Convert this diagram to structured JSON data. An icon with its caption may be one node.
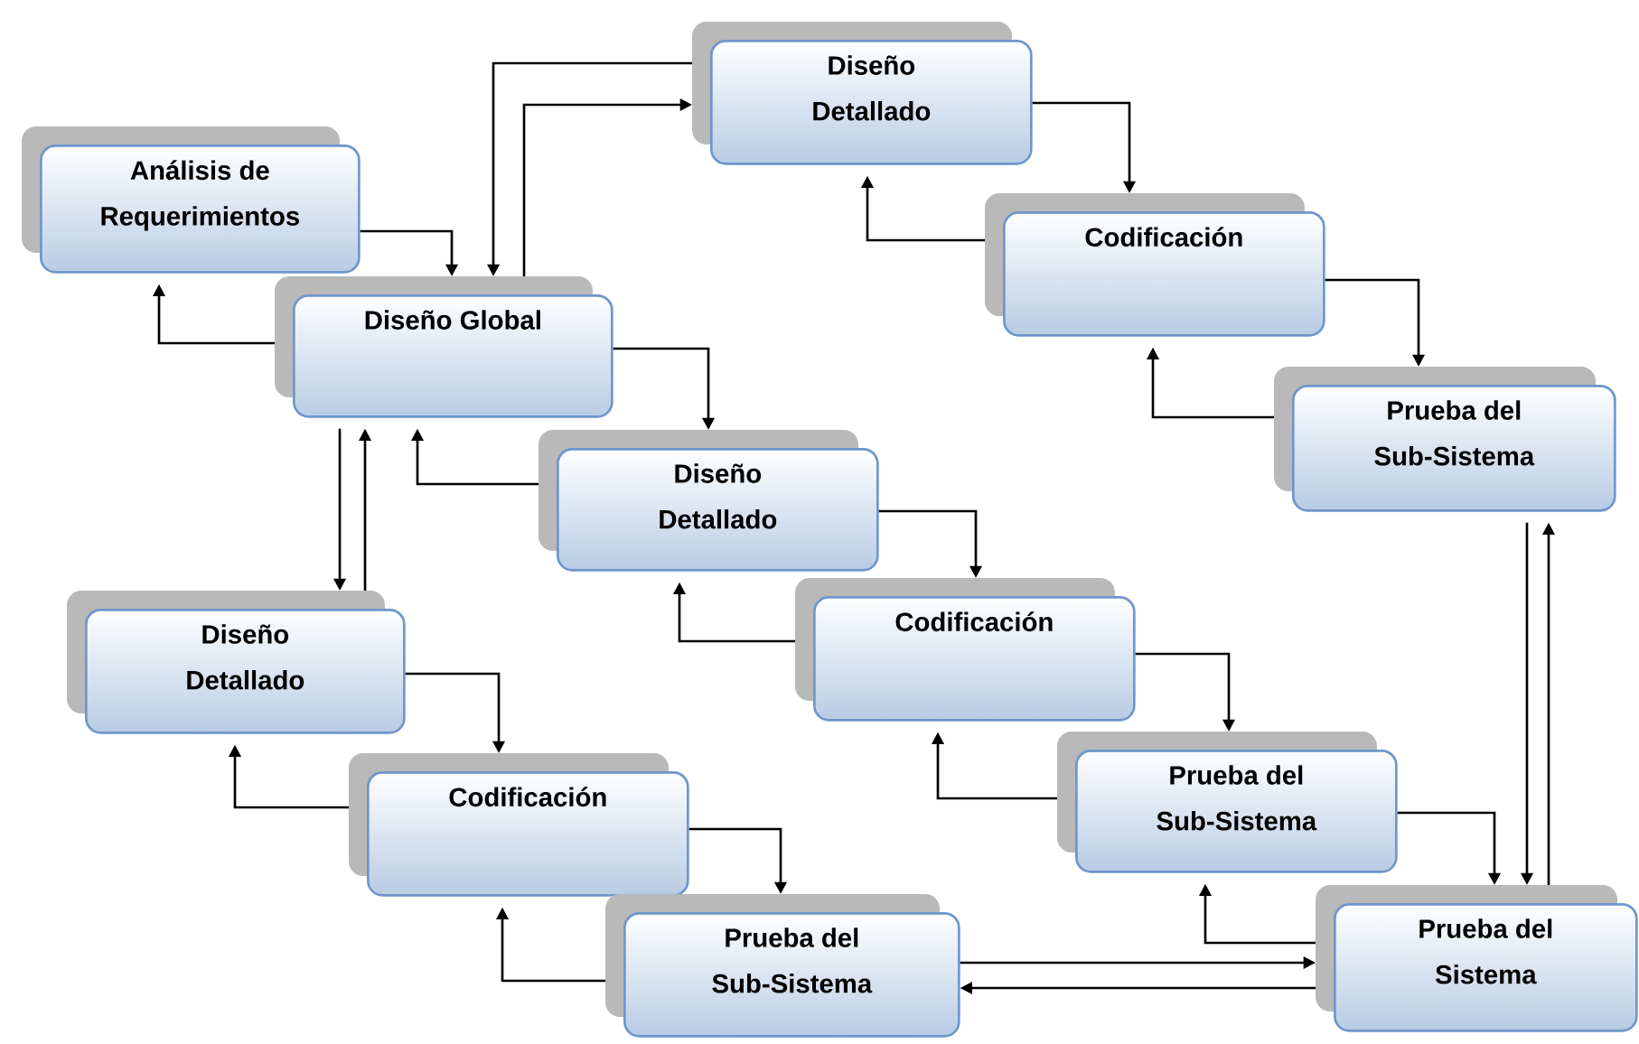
{
  "diagram": {
    "nodes": [
      {
        "text": [
          "Análisis de Requerimientos"
        ]
      },
      {
        "text": [
          "Diseño Global"
        ]
      },
      {
        "text": [
          "Diseño Detallado"
        ]
      },
      {
        "text": [
          "Codificación"
        ]
      },
      {
        "text": [
          "Prueba del Sub-Sistema"
        ]
      },
      {
        "text": [
          "Diseño Detallado"
        ]
      },
      {
        "text": [
          "Codificación"
        ]
      },
      {
        "text": [
          "Prueba del Sub-Sistema"
        ]
      },
      {
        "text": [
          "Diseño Detallado"
        ]
      },
      {
        "text": [
          "Codificación"
        ]
      },
      {
        "text": [
          "Prueba del Sub-Sistema"
        ]
      },
      {
        "text": [
          "Prueba del Sistema"
        ]
      }
    ],
    "edges": [
      {
        "from": 0,
        "to": 1,
        "arrow": "to"
      },
      {
        "from": 1,
        "to": 0,
        "arrow": "to"
      },
      {
        "from": 2,
        "to": 1,
        "arrow": "to"
      },
      {
        "from": 1,
        "to": 2,
        "arrow": "to"
      },
      {
        "from": 2,
        "to": 3,
        "arrow": "to"
      },
      {
        "from": 3,
        "to": 2,
        "arrow": "to"
      },
      {
        "from": 3,
        "to": 4,
        "arrow": "to"
      },
      {
        "from": 4,
        "to": 3,
        "arrow": "to"
      },
      {
        "from": 1,
        "to": 5,
        "arrow": "to"
      },
      {
        "from": 5,
        "to": 1,
        "arrow": "to"
      },
      {
        "from": 5,
        "to": 6,
        "arrow": "to"
      },
      {
        "from": 6,
        "to": 5,
        "arrow": "to"
      },
      {
        "from": 6,
        "to": 7,
        "arrow": "to"
      },
      {
        "from": 7,
        "to": 6,
        "arrow": "to"
      },
      {
        "from": 7,
        "to": 11,
        "arrow": "to"
      },
      {
        "from": 11,
        "to": 7,
        "arrow": "to"
      },
      {
        "from": 4,
        "to": 11,
        "arrow": "to"
      },
      {
        "from": 11,
        "to": 4,
        "arrow": "to"
      },
      {
        "from": 1,
        "to": 8,
        "arrow": "to"
      },
      {
        "from": 8,
        "to": 1,
        "arrow": "to"
      },
      {
        "from": 8,
        "to": 9,
        "arrow": "to"
      },
      {
        "from": 9,
        "to": 8,
        "arrow": "to"
      },
      {
        "from": 9,
        "to": 10,
        "arrow": "to"
      },
      {
        "from": 10,
        "to": 9,
        "arrow": "to"
      },
      {
        "from": 10,
        "to": 11,
        "arrow": "to"
      },
      {
        "from": 11,
        "to": 10,
        "arrow": "to"
      }
    ]
  }
}
